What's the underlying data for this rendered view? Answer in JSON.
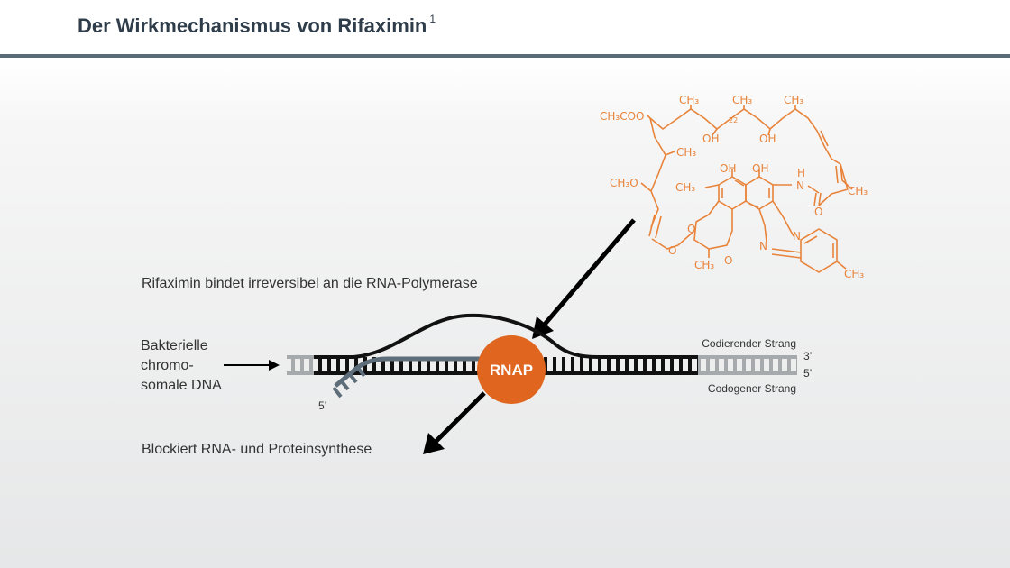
{
  "header": {
    "title": "Der Wirkmechanismus von Rifaximin",
    "footnote": "1"
  },
  "molecule": {
    "color": "#e8833a",
    "labels": {
      "ch3_a": "CH₃",
      "ch3_b": "CH₃",
      "ch3_c": "CH₃",
      "c22": "22",
      "ch3coo": "CH₃COO",
      "oh_a": "OH",
      "oh_b": "OH",
      "ch3_d": "CH₃",
      "oh_c": "OH",
      "oh_d": "OH",
      "h": "H",
      "n_amide": "N",
      "ch3o": "CH₃O",
      "ch3_e": "CH₃",
      "ch3_f": "CH₃",
      "o_carbonyl": "O",
      "o_ring": "O",
      "n_pyr": "N",
      "n_imid": "N",
      "o_ether": "O",
      "o_bridge": "O",
      "ch3_g": "CH₃",
      "ch3_h": "CH₃"
    }
  },
  "diagram": {
    "binding_text": "Rifaximin bindet irreversibel an die RNA-Polymerase",
    "dna_label": [
      "Bakterielle",
      "chromo-",
      "somale DNA"
    ],
    "rnap_label": "RNAP",
    "rnap_color": "#e0651f",
    "rna_color": "#5d6d7a",
    "coding_strand": "Codierender Strang",
    "template_strand": "Codogener Strang",
    "end_3": "3’",
    "end_5_right": "5’",
    "end_5_rna": "5’",
    "block_text": "Blockiert RNA- und Proteinsynthese"
  }
}
